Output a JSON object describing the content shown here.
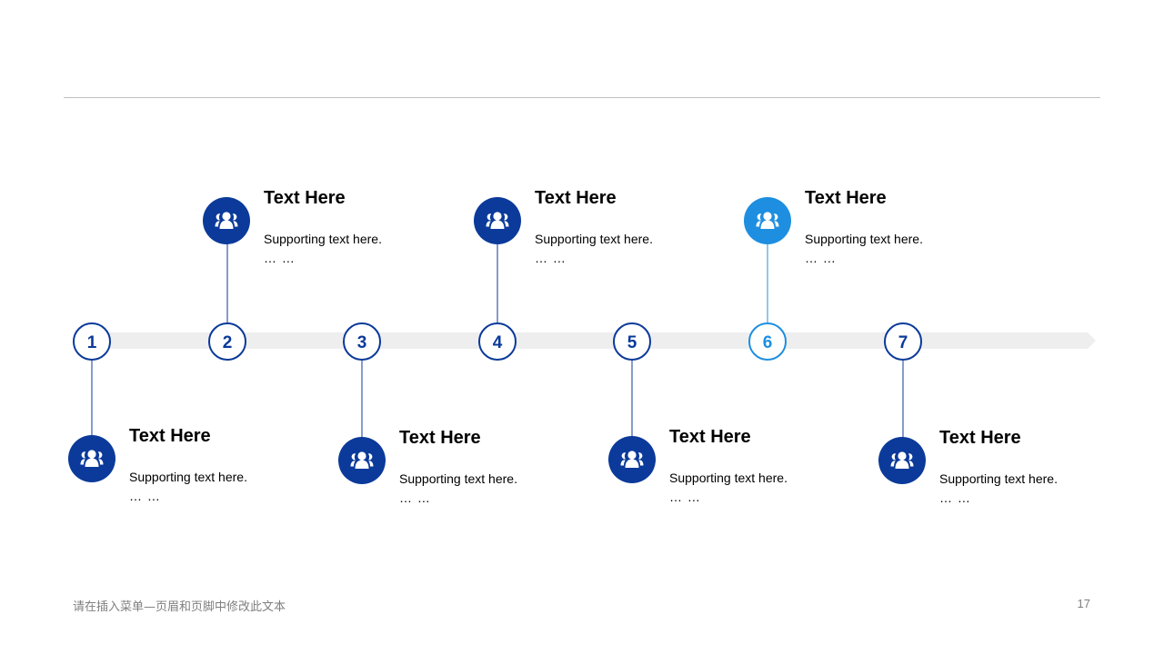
{
  "colors": {
    "dark": "#0b3a9a",
    "accent": "#1e8fe0",
    "track": "#eeeeee",
    "line": "#bfbfbf"
  },
  "nodes": [
    {
      "number": "1",
      "title": "Text Here",
      "desc": "Supporting text here.",
      "ellipsis": "… …"
    },
    {
      "number": "2",
      "title": "Text Here",
      "desc": "Supporting text here.",
      "ellipsis": "… …"
    },
    {
      "number": "3",
      "title": "Text Here",
      "desc": "Supporting text here.",
      "ellipsis": "… …"
    },
    {
      "number": "4",
      "title": "Text Here",
      "desc": "Supporting text here.",
      "ellipsis": "… …"
    },
    {
      "number": "5",
      "title": "Text Here",
      "desc": "Supporting text here.",
      "ellipsis": "… …"
    },
    {
      "number": "6",
      "title": "Text Here",
      "desc": "Supporting text here.",
      "ellipsis": "… …"
    },
    {
      "number": "7",
      "title": "Text Here",
      "desc": "Supporting text here.",
      "ellipsis": "… …"
    }
  ],
  "icon": "person-group-icon",
  "footer": {
    "text": "请在插入菜单—页眉和页脚中修改此文本",
    "page": "17"
  }
}
